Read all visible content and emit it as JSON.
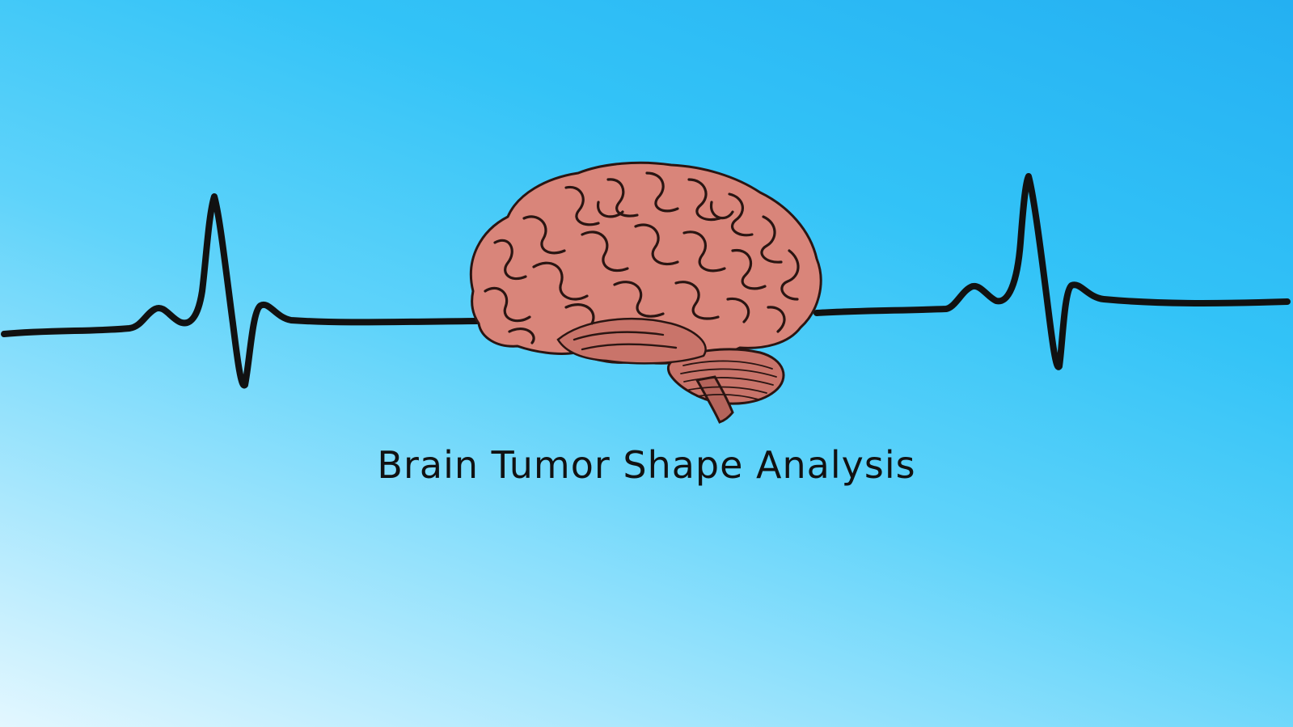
{
  "title": "Brain Tumor Shape Analysis",
  "colors": {
    "sky_top": "#24b0f2",
    "sky_bottom": "#e3f7ff",
    "line": "#111111",
    "brain_fill": "#d9857a",
    "brain_shadow": "#b5645b",
    "brain_ink": "#2a1512"
  },
  "icons": {
    "brain": "brain-illustration",
    "pulse": "heartbeat-line"
  }
}
